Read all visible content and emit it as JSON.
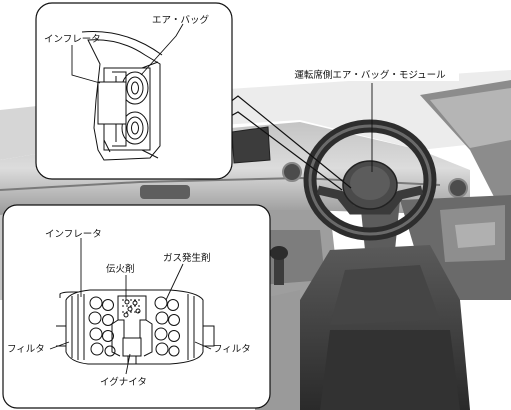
{
  "labels": {
    "airbag_module": "運転席側エア・バッグ・モジュール",
    "top_inflator": "インフレータ",
    "top_airbag": "エア・バッグ",
    "bottom_inflator": "インフレータ",
    "igniter_charge": "伝火剤",
    "gas_generant": "ガス発生剤",
    "filter_left": "フィルタ",
    "filter_right": "フィルタ",
    "igniter": "イグナイタ"
  },
  "colors": {
    "line": "#111111",
    "dash_light": "#d9d9d9",
    "dash_mid": "#a8a8a8",
    "dash_dark": "#6e6e6e"
  }
}
